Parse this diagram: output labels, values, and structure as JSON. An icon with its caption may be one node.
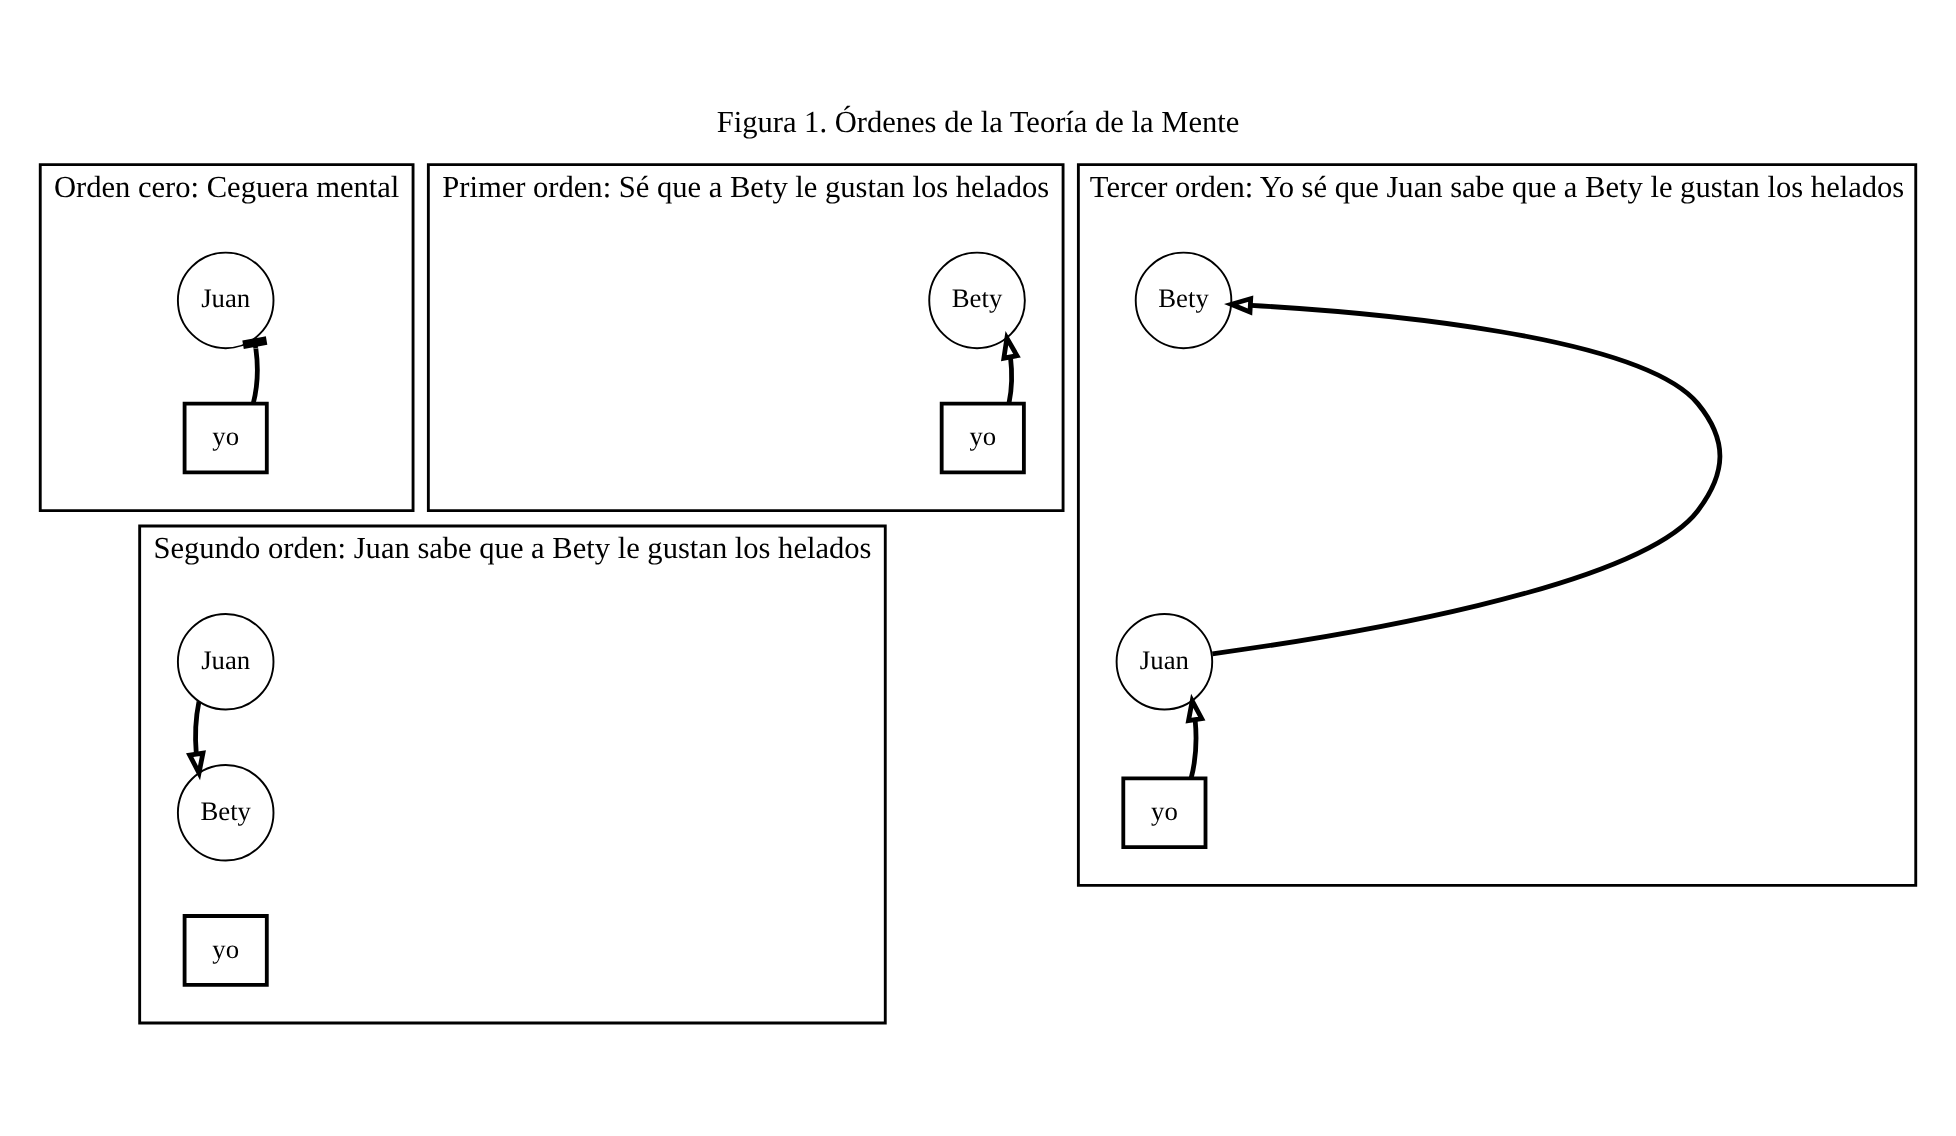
{
  "diagram": {
    "title": "Figura 1. Órdenes de la Teoría de la Mente",
    "nodes": [
      {
        "text": [
          "Orden cero: Ceguera mental"
        ]
      },
      {
        "text": [
          "Juan"
        ],
        "in": 0
      },
      {
        "text": [
          "yo"
        ],
        "in": 0
      },
      {
        "text": [
          "Primer orden: Sé que a Bety le gustan los helados"
        ]
      },
      {
        "text": [
          "Bety"
        ],
        "in": 3
      },
      {
        "text": [
          "yo"
        ],
        "in": 3
      },
      {
        "text": [
          "Segundo orden: Juan sabe que a Bety le gustan los helados"
        ]
      },
      {
        "text": [
          "Juan"
        ],
        "in": 6
      },
      {
        "text": [
          "Bety"
        ],
        "in": 6
      },
      {
        "text": [
          "yo"
        ],
        "in": 6
      },
      {
        "text": [
          "Tercer orden: Yo sé que Juan sabe que a Bety le gustan los helados"
        ]
      },
      {
        "text": [
          "Juan"
        ],
        "in": 10
      },
      {
        "text": [
          "yo"
        ],
        "in": 10
      },
      {
        "text": [
          "Bety"
        ],
        "in": 10
      }
    ],
    "edges": [
      {
        "from": 2,
        "to": 1,
        "arrow": "other"
      },
      {
        "from": 5,
        "to": 4,
        "arrow": "to"
      },
      {
        "from": 7,
        "to": 8,
        "arrow": "to"
      },
      {
        "from": 12,
        "to": 11,
        "arrow": "to"
      },
      {
        "from": 11,
        "to": 13,
        "arrow": "to"
      }
    ]
  }
}
